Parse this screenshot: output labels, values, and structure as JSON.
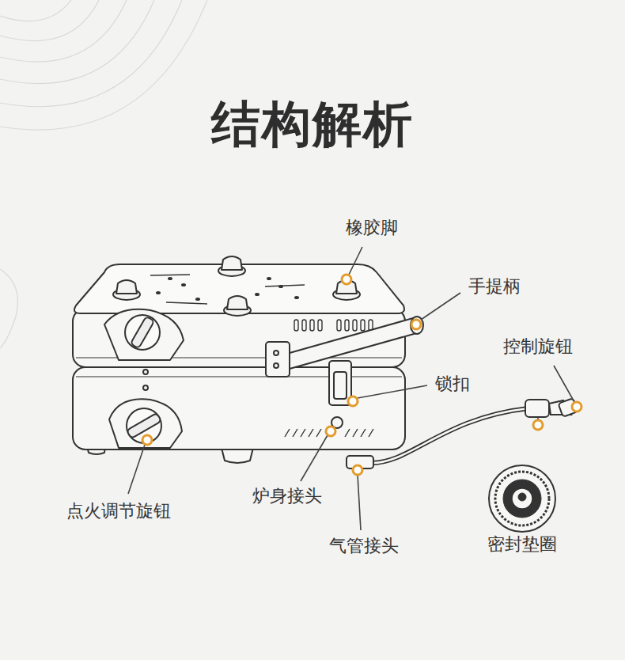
{
  "diagram": {
    "title": "结构解析",
    "labels": [
      "橡胶脚",
      "手提柄",
      "控制旋钮",
      "锁扣",
      "点火调节旋钮",
      "炉身接头",
      "气管接头",
      "密封垫圈"
    ]
  }
}
